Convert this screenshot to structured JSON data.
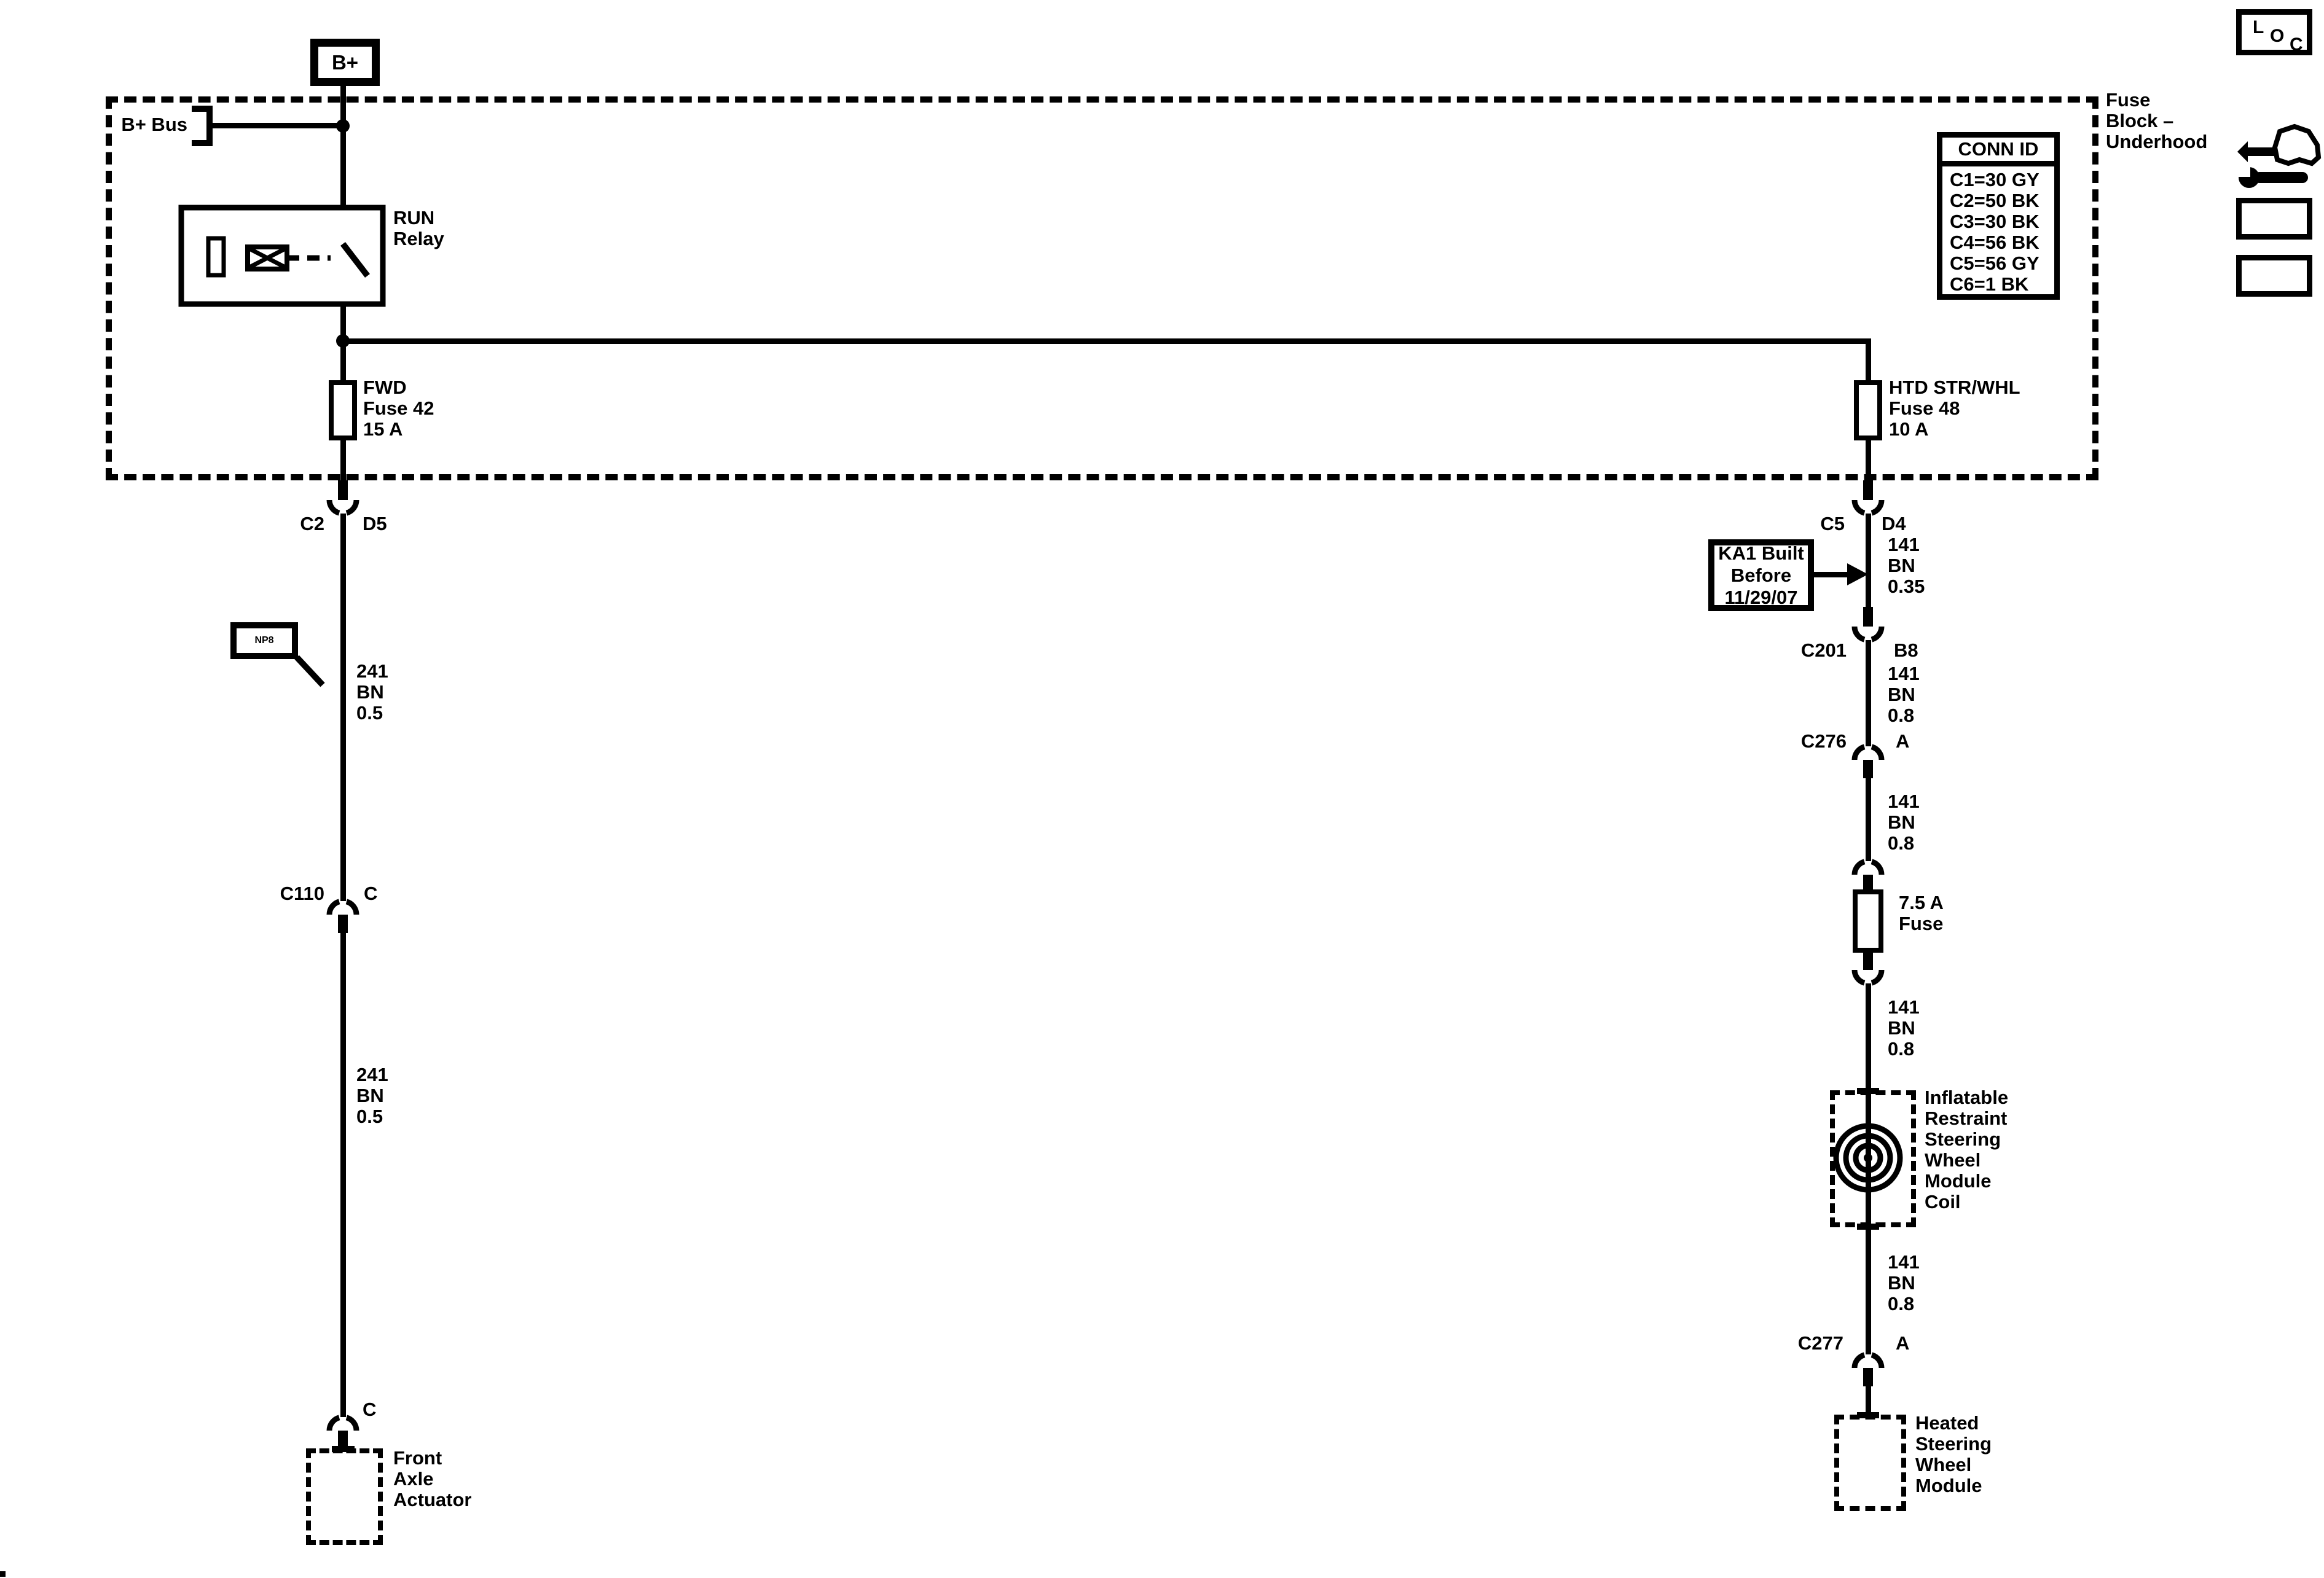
{
  "colors": {
    "ink": "#000000",
    "paper": "#ffffff"
  },
  "fuse_block": {
    "title": [
      "Fuse",
      "Block –",
      "Underhood"
    ],
    "b_plus_terminal": "B+",
    "bus_label": "B+ Bus",
    "relay_label": [
      "RUN",
      "Relay"
    ],
    "left_fuse": [
      "FWD",
      "Fuse 42",
      "15 A"
    ],
    "right_fuse": [
      "HTD STR/WHL",
      "Fuse 48",
      "10 A"
    ],
    "conn_id": {
      "header": "CONN ID",
      "rows": [
        "C1=30 GY",
        "C2=50 BK",
        "C3=30 BK",
        "C4=56 BK",
        "C5=56 GY",
        "C6=1 BK"
      ]
    }
  },
  "left_branch": {
    "conn_c2": {
      "left": "C2",
      "right": "D5"
    },
    "option_tag": "NP8",
    "wire_1": [
      "241",
      "BN",
      "0.5"
    ],
    "conn_c110": {
      "left": "C110",
      "right": "C"
    },
    "wire_2": [
      "241",
      "BN",
      "0.5"
    ],
    "conn_end": {
      "right": "C"
    },
    "module": [
      "Front",
      "Axle",
      "Actuator"
    ]
  },
  "right_branch": {
    "conn_c5": {
      "left": "C5",
      "right": "D4"
    },
    "build_note": [
      "KA1 Built",
      "Before",
      "11/29/07"
    ],
    "wire_1": [
      "141",
      "BN",
      "0.35"
    ],
    "conn_c201": {
      "left": "C201",
      "right": "B8"
    },
    "wire_2": [
      "141",
      "BN",
      "0.8"
    ],
    "conn_c276": {
      "left": "C276",
      "right": "A"
    },
    "wire_3": [
      "141",
      "BN",
      "0.8"
    ],
    "inline_fuse": [
      "7.5 A",
      "Fuse"
    ],
    "wire_4": [
      "141",
      "BN",
      "0.8"
    ],
    "coil_module": [
      "Inflatable",
      "Restraint",
      "Steering",
      "Wheel",
      "Module",
      "Coil"
    ],
    "wire_5": [
      "141",
      "BN",
      "0.8"
    ],
    "conn_c277": {
      "left": "C277",
      "right": "A"
    },
    "module": [
      "Heated",
      "Steering",
      "Wheel",
      "Module"
    ]
  },
  "toolbar": {
    "loc": [
      "L",
      "O",
      "C"
    ]
  }
}
